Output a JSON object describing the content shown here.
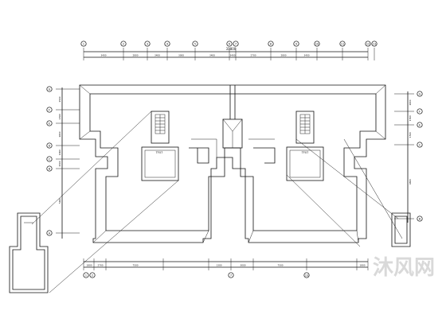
{
  "drawing": {
    "type": "architectural-roof-plan",
    "line_color": "#111111",
    "background": "#ffffff"
  },
  "top_axis": {
    "numbers": [
      "1",
      "2",
      "3",
      "4",
      "5",
      "6",
      "7",
      "8",
      "9",
      "10",
      "11",
      "12",
      "13"
    ],
    "dims": [
      "3400",
      "2800",
      "3400",
      "3000",
      "3400",
      "3400",
      "2700",
      "2800",
      "3400"
    ],
    "total": "31800"
  },
  "bottom_axis": {
    "numbers": [
      "1",
      "2",
      "7",
      "13"
    ],
    "dims": [
      "1800",
      "2700",
      "7500",
      "1300",
      "3000",
      "7500",
      "1800"
    ]
  },
  "left_axis": {
    "labels": [
      "G",
      "F",
      "E",
      "D",
      "C",
      "B",
      "A"
    ],
    "dims": [
      "1500",
      "1500",
      "1800",
      "1800",
      "1500",
      "5400"
    ]
  },
  "right_axis": {
    "labels": [
      "G",
      "F",
      "E",
      "C",
      "B"
    ],
    "dims": [
      "1800",
      "1500",
      "1500",
      "4800"
    ]
  },
  "stair_labels": [
    "TF07",
    "TF07"
  ],
  "watermark": "沐风网"
}
